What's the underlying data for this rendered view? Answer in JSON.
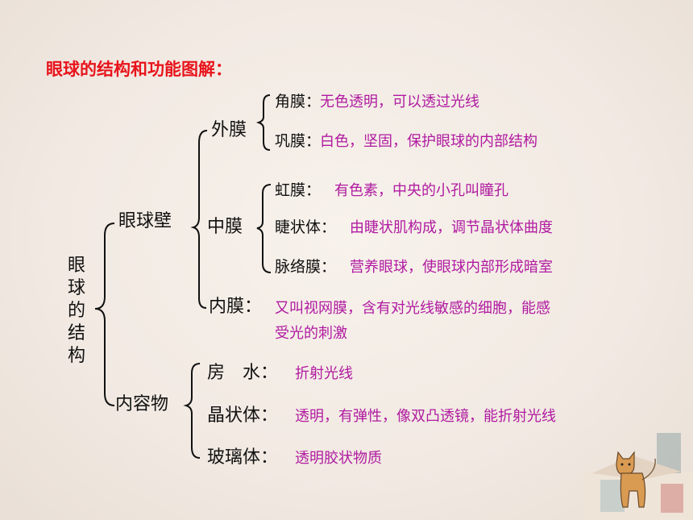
{
  "title": "眼球的结构和功能图解：",
  "root": "眼球的结构",
  "wall": {
    "label": "眼球壁",
    "outer": {
      "label": "外膜",
      "items": [
        {
          "name": "角膜：",
          "desc": "无色透明，可以透过光线"
        },
        {
          "name": "巩膜：",
          "desc": "白色，坚固，保护眼球的内部结构"
        }
      ]
    },
    "middle": {
      "label": "中膜",
      "items": [
        {
          "name": "虹膜：",
          "desc": "有色素，中央的小孔叫瞳孔"
        },
        {
          "name": "睫状体：",
          "desc": "由睫状肌构成，调节晶状体曲度"
        },
        {
          "name": "脉络膜：",
          "desc": "营养眼球，使眼球内部形成暗室"
        }
      ]
    },
    "inner": {
      "label": "内膜：",
      "desc_line1": "又叫视网膜，含有对光线敏感的细胞，能感",
      "desc_line2": "受光的刺激"
    }
  },
  "contents": {
    "label": "内容物",
    "items": [
      {
        "name": "房　水：",
        "desc": "折射光线"
      },
      {
        "name": "晶状体：",
        "desc": "透明，有弹性，像双凸透镜，能折射光线"
      },
      {
        "name": "玻璃体：",
        "desc": "透明胶状物质"
      }
    ]
  },
  "colors": {
    "title": "#e8141c",
    "desc": "#b01aa0",
    "text": "#111111"
  }
}
